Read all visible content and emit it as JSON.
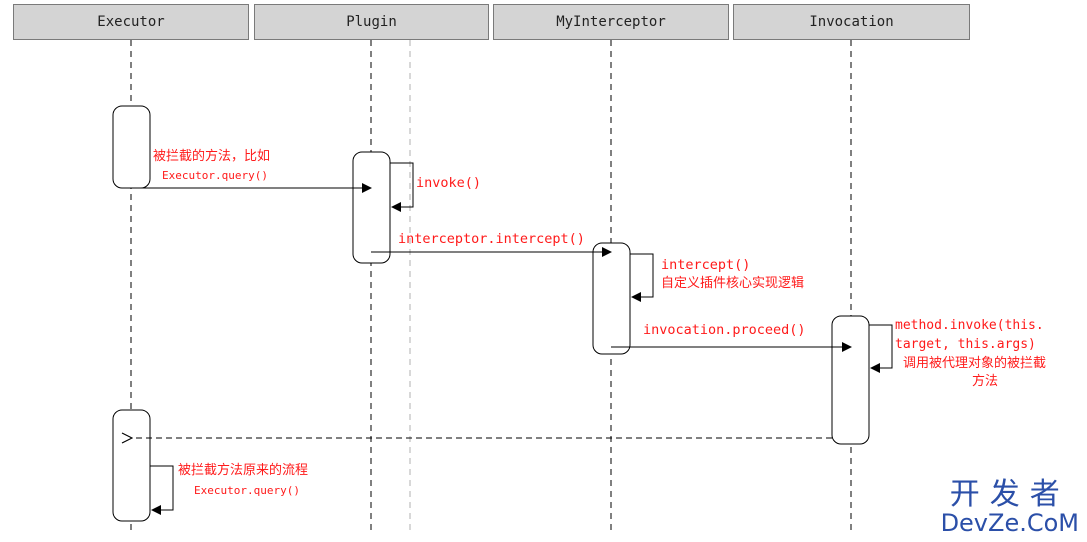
{
  "participants": [
    "Executor",
    "Plugin",
    "MyInterceptor",
    "Invocation"
  ],
  "messages": {
    "m1_line1": "被拦截的方法，比如",
    "m1_line2": "Executor.query()",
    "m2": "invoke()",
    "m3": "interceptor.intercept()",
    "m4_line1": "intercept()",
    "m4_line2": "自定义插件核心实现逻辑",
    "m5": "invocation.proceed()",
    "m6_line1": "method.invoke(this.",
    "m6_line2": "target, this.args)",
    "m6_line3": "调用被代理对象的被拦截",
    "m6_line4": "方法",
    "m7_line1": "被拦截方法原来的流程",
    "m7_line2": "Executor.query()"
  },
  "watermark": {
    "cn": "开发者",
    "en": "DevZe.CoM"
  },
  "colors": {
    "label": "#ff1a1a",
    "header_bg": "#d4d4d4",
    "watermark": "#2b4fa8"
  }
}
